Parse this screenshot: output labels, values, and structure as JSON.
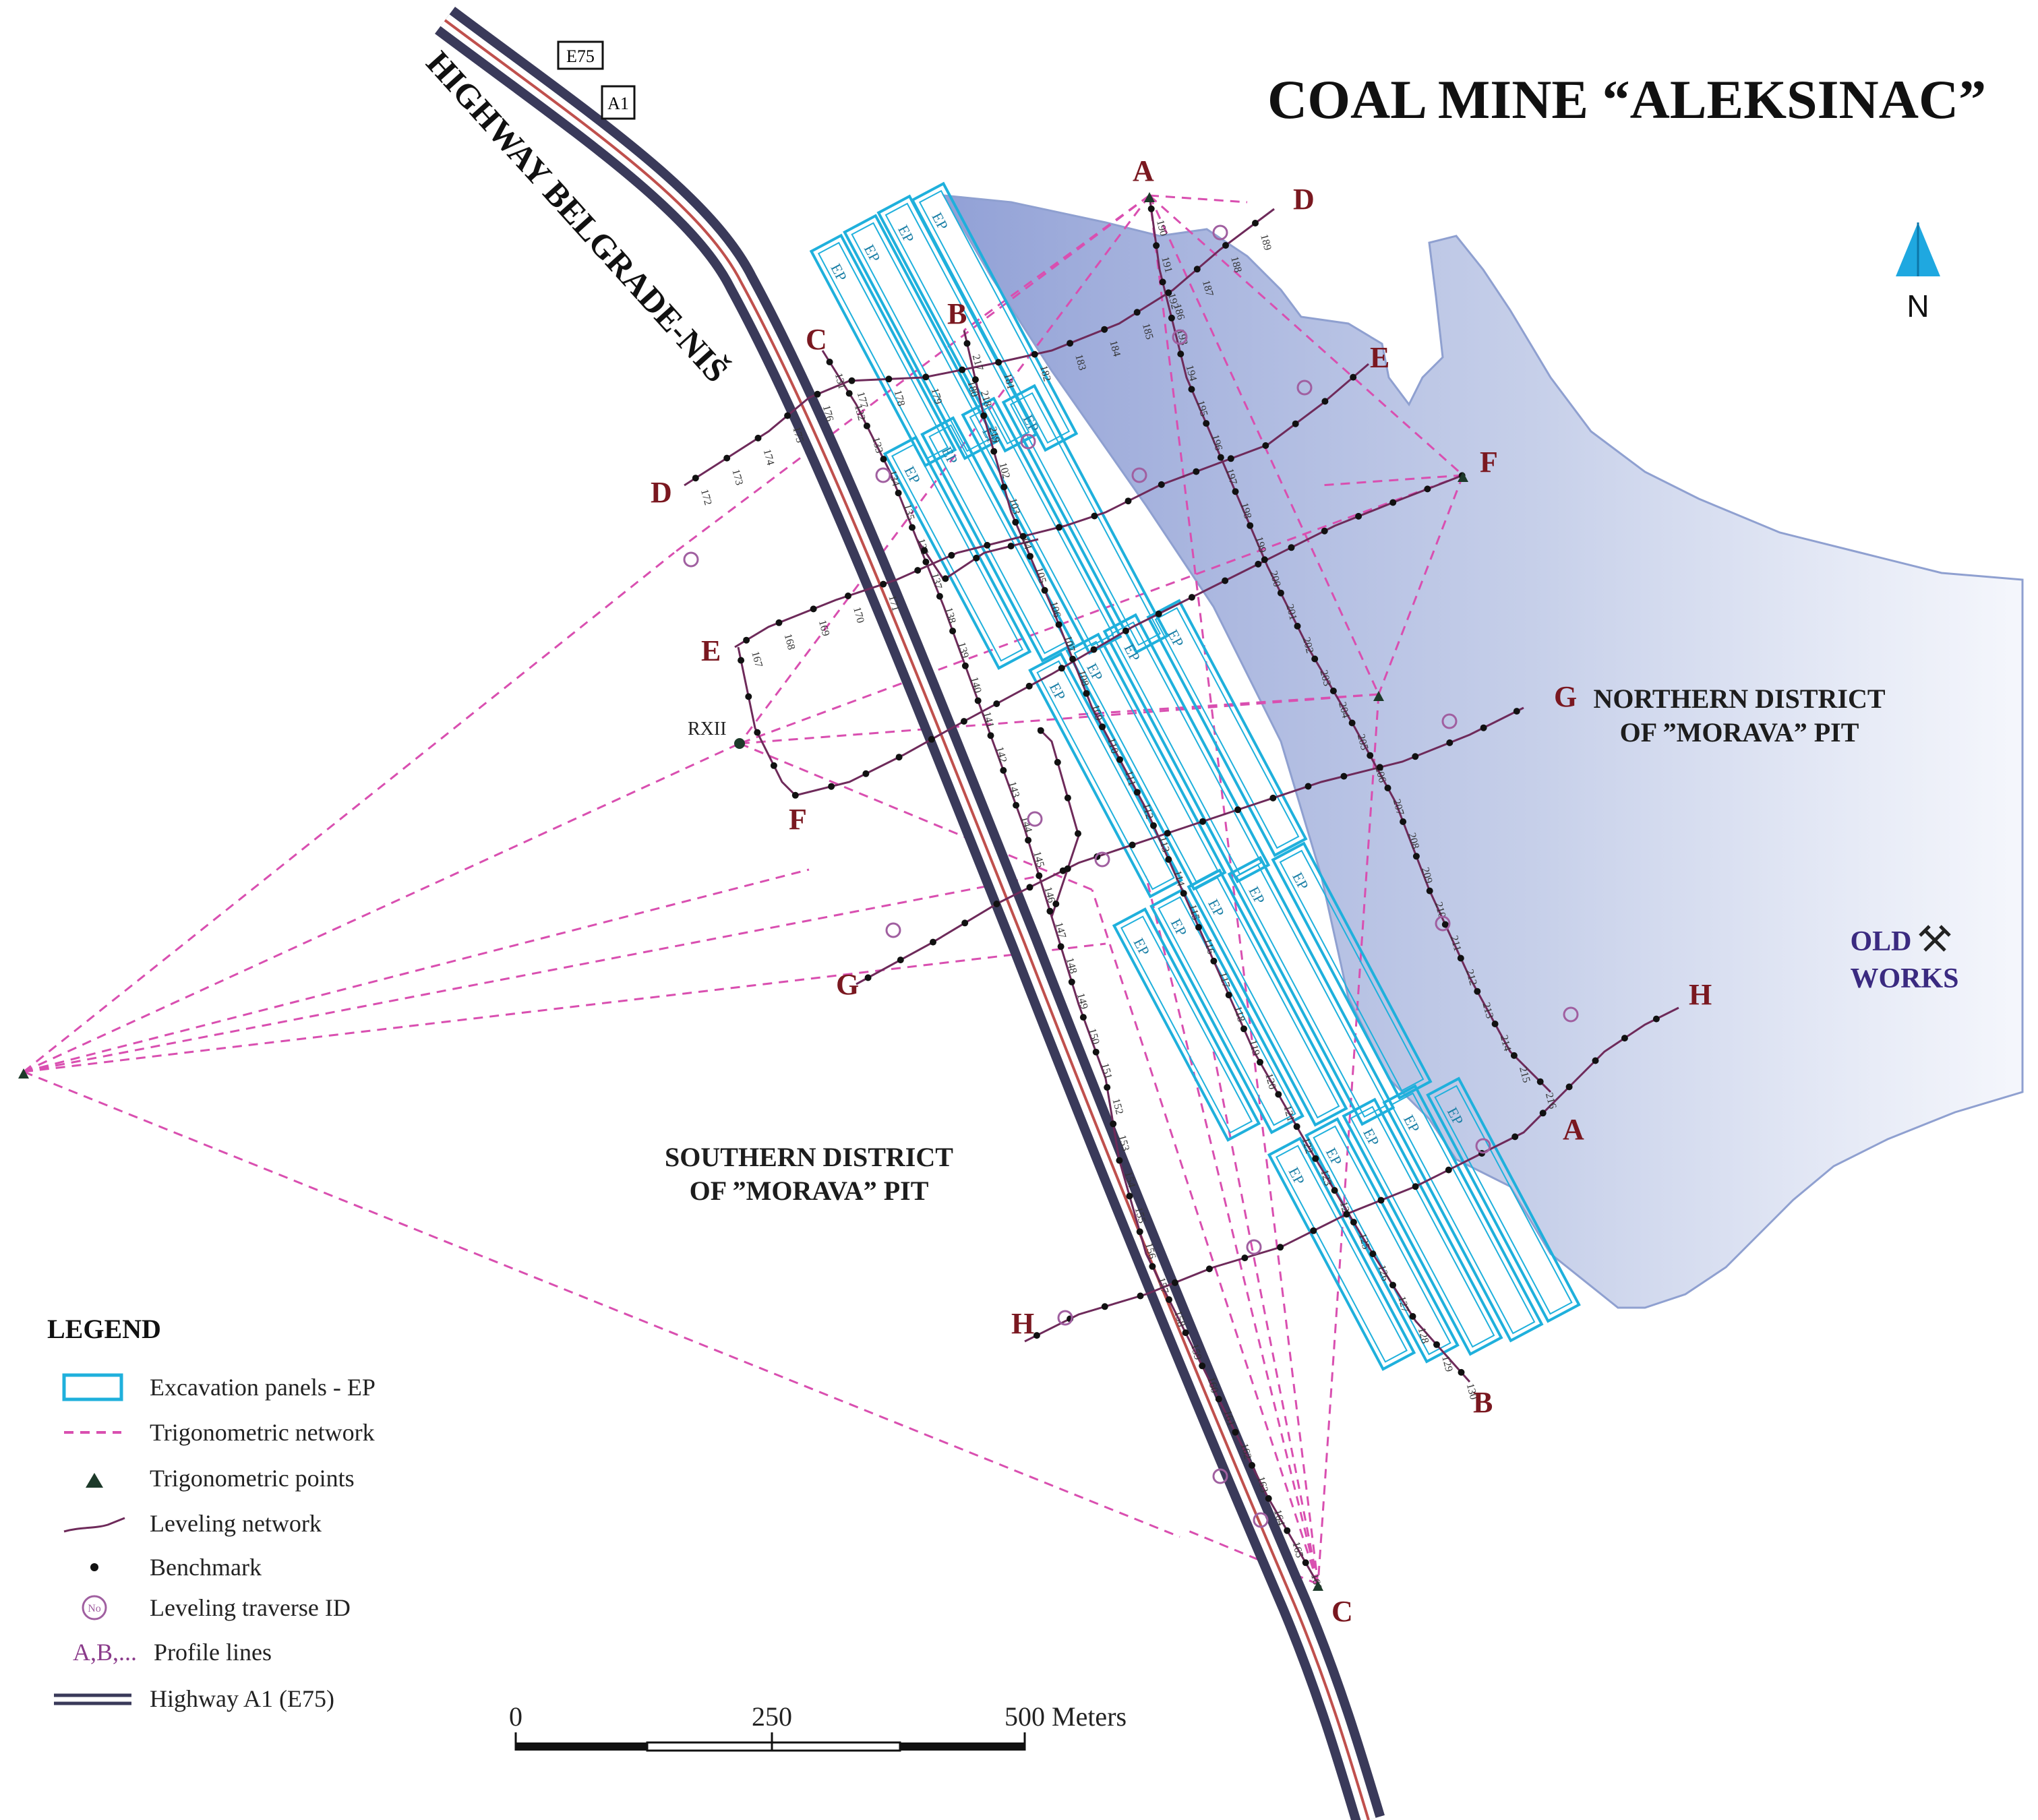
{
  "title": "COAL MINE “ALEKSINAC”",
  "north_label": "N",
  "highway": {
    "name": "HIGHWAY BELGRADE-NIŠ",
    "shields": [
      "E75",
      "A1"
    ]
  },
  "districts": {
    "northern": [
      "NORTHERN DISTRICT",
      "OF ”MORAVA” PIT"
    ],
    "southern": [
      "SOUTHERN DISTRICT",
      "OF ”MORAVA” PIT"
    ],
    "old_works": [
      "OLD",
      "WORKS"
    ]
  },
  "trig_point_label": "RXII",
  "profile_labels": {
    "A_top": "A",
    "A_bottom": "A",
    "B_top": "B",
    "B_bottom": "B",
    "C_top": "C",
    "C_bottom": "C",
    "D_left": "D",
    "D_right": "D",
    "E_left": "E",
    "E_right": "E",
    "F_left": "F",
    "F_right": "F",
    "G_left": "G",
    "G_right": "G",
    "H_left": "H",
    "H_right": "H"
  },
  "panel_label": "EP",
  "legend": {
    "title": "LEGEND",
    "items": [
      "Excavation panels - EP",
      "Trigonometric network",
      "Trigonometric points",
      "Leveling network",
      "Benchmark",
      "Leveling traverse ID",
      "Profile lines",
      "Highway A1 (E75)"
    ],
    "traverse_symbol": "No",
    "profile_symbol": "A,B,..."
  },
  "scale_bar": {
    "labels": [
      "0",
      "250",
      "500 Meters"
    ],
    "values_m": [
      0,
      250,
      500
    ]
  },
  "benchmark_numbers": [
    "172",
    "173",
    "174",
    "175",
    "176",
    "177",
    "178",
    "179",
    "180",
    "181",
    "182",
    "183",
    "184",
    "185",
    "186",
    "187",
    "188",
    "189",
    "190",
    "191",
    "192",
    "193",
    "194",
    "195",
    "196",
    "197",
    "198",
    "199",
    "200",
    "201",
    "202",
    "203",
    "204",
    "205",
    "206",
    "207",
    "208",
    "209",
    "210",
    "211",
    "212",
    "213",
    "214",
    "215",
    "216",
    "217",
    "218",
    "219",
    "102",
    "103",
    "104",
    "105",
    "106",
    "107",
    "108",
    "109",
    "110",
    "111",
    "112",
    "113",
    "114",
    "115",
    "116",
    "117",
    "118",
    "119",
    "120",
    "121",
    "122",
    "123",
    "124",
    "125",
    "126",
    "127",
    "128",
    "129",
    "130",
    "131",
    "132",
    "133",
    "134",
    "135",
    "136",
    "137",
    "138",
    "139",
    "140",
    "141",
    "142",
    "143",
    "144",
    "145",
    "146",
    "147",
    "148",
    "149",
    "150",
    "151",
    "152",
    "153",
    "154",
    "155",
    "156",
    "157",
    "158",
    "159",
    "160",
    "161",
    "162",
    "163",
    "164",
    "165",
    "166",
    "167",
    "168",
    "169",
    "170",
    "171"
  ],
  "colors": {
    "panel": "#1fb0dc",
    "trig_network": "#d94fb0",
    "leveling": "#6e2a5a",
    "highway": "#3a3a5a",
    "northern_fill": "#9fb0dc",
    "profile_text": "#7a1820"
  }
}
